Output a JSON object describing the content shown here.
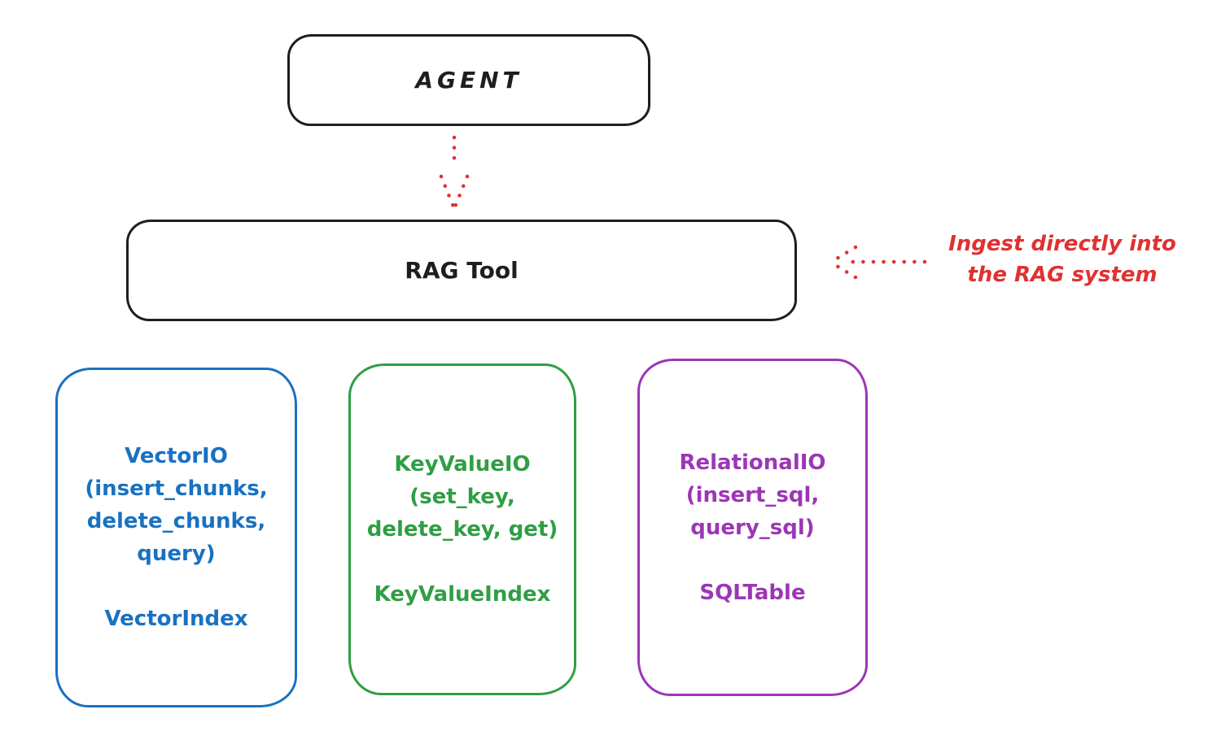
{
  "colors": {
    "ink": "#1e1e1e",
    "annotation_red": "#e03131",
    "vector_blue": "#1971c2",
    "keyvalue_green": "#2f9e44",
    "relational_purple": "#9c36b5",
    "background": "#ffffff"
  },
  "nodes": {
    "agent": {
      "label": "AGENT"
    },
    "rag_tool": {
      "label": "RAG Tool"
    },
    "vector": {
      "title": "VectorIO\n(insert_chunks,\ndelete_chunks,\nquery)",
      "index": "VectorIndex"
    },
    "keyvalue": {
      "title": "KeyValueIO\n(set_key,\ndelete_key, get)",
      "index": "KeyValueIndex"
    },
    "relational": {
      "title": "RelationalIO\n(insert_sql,\nquery_sql)",
      "index": "SQLTable"
    }
  },
  "annotation": {
    "text": "Ingest directly into\nthe RAG system"
  },
  "connectors": {
    "agent_to_rag": {
      "style": "dotted",
      "color": "#e03131",
      "direction": "down"
    },
    "ingest_to_rag": {
      "style": "dotted",
      "color": "#e03131",
      "direction": "left"
    }
  }
}
